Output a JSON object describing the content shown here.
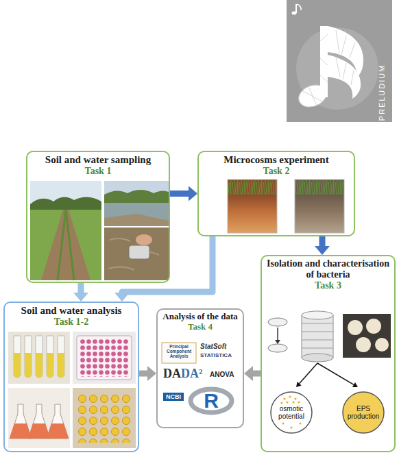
{
  "diagram": {
    "nodes": [
      {
        "text": [
          "Soil and water sampling",
          "Task 1"
        ]
      },
      {
        "text": [
          "Microcosms experiment",
          "Task 2"
        ]
      },
      {
        "text": [
          "Soil and water analysis",
          "Task 1-2"
        ]
      },
      {
        "text": [
          "Analysis of the data",
          "Task 4"
        ]
      },
      {
        "text": [
          "Isolation and characterisation of bacteria",
          "Task 3"
        ]
      },
      {
        "text": [
          "osmotic potential"
        ],
        "in": 4
      },
      {
        "text": [
          "EPS production"
        ],
        "in": 4
      }
    ],
    "edges": [
      {
        "from": 0,
        "to": 1,
        "arrow": "to"
      },
      {
        "from": 0,
        "to": 2,
        "arrow": "to"
      },
      {
        "from": 1,
        "to": 2,
        "arrow": "to"
      },
      {
        "from": 1,
        "to": 4,
        "arrow": "to"
      },
      {
        "from": 2,
        "to": 3,
        "arrow": "to"
      },
      {
        "from": 4,
        "to": 3,
        "arrow": "to"
      }
    ],
    "labels": [
      "PRELUDIUM",
      "Principal Component Analysis",
      "StatSoft",
      "STATISTICA",
      "DA",
      "DA²",
      "ANOVA",
      "NCBI",
      "R"
    ]
  }
}
